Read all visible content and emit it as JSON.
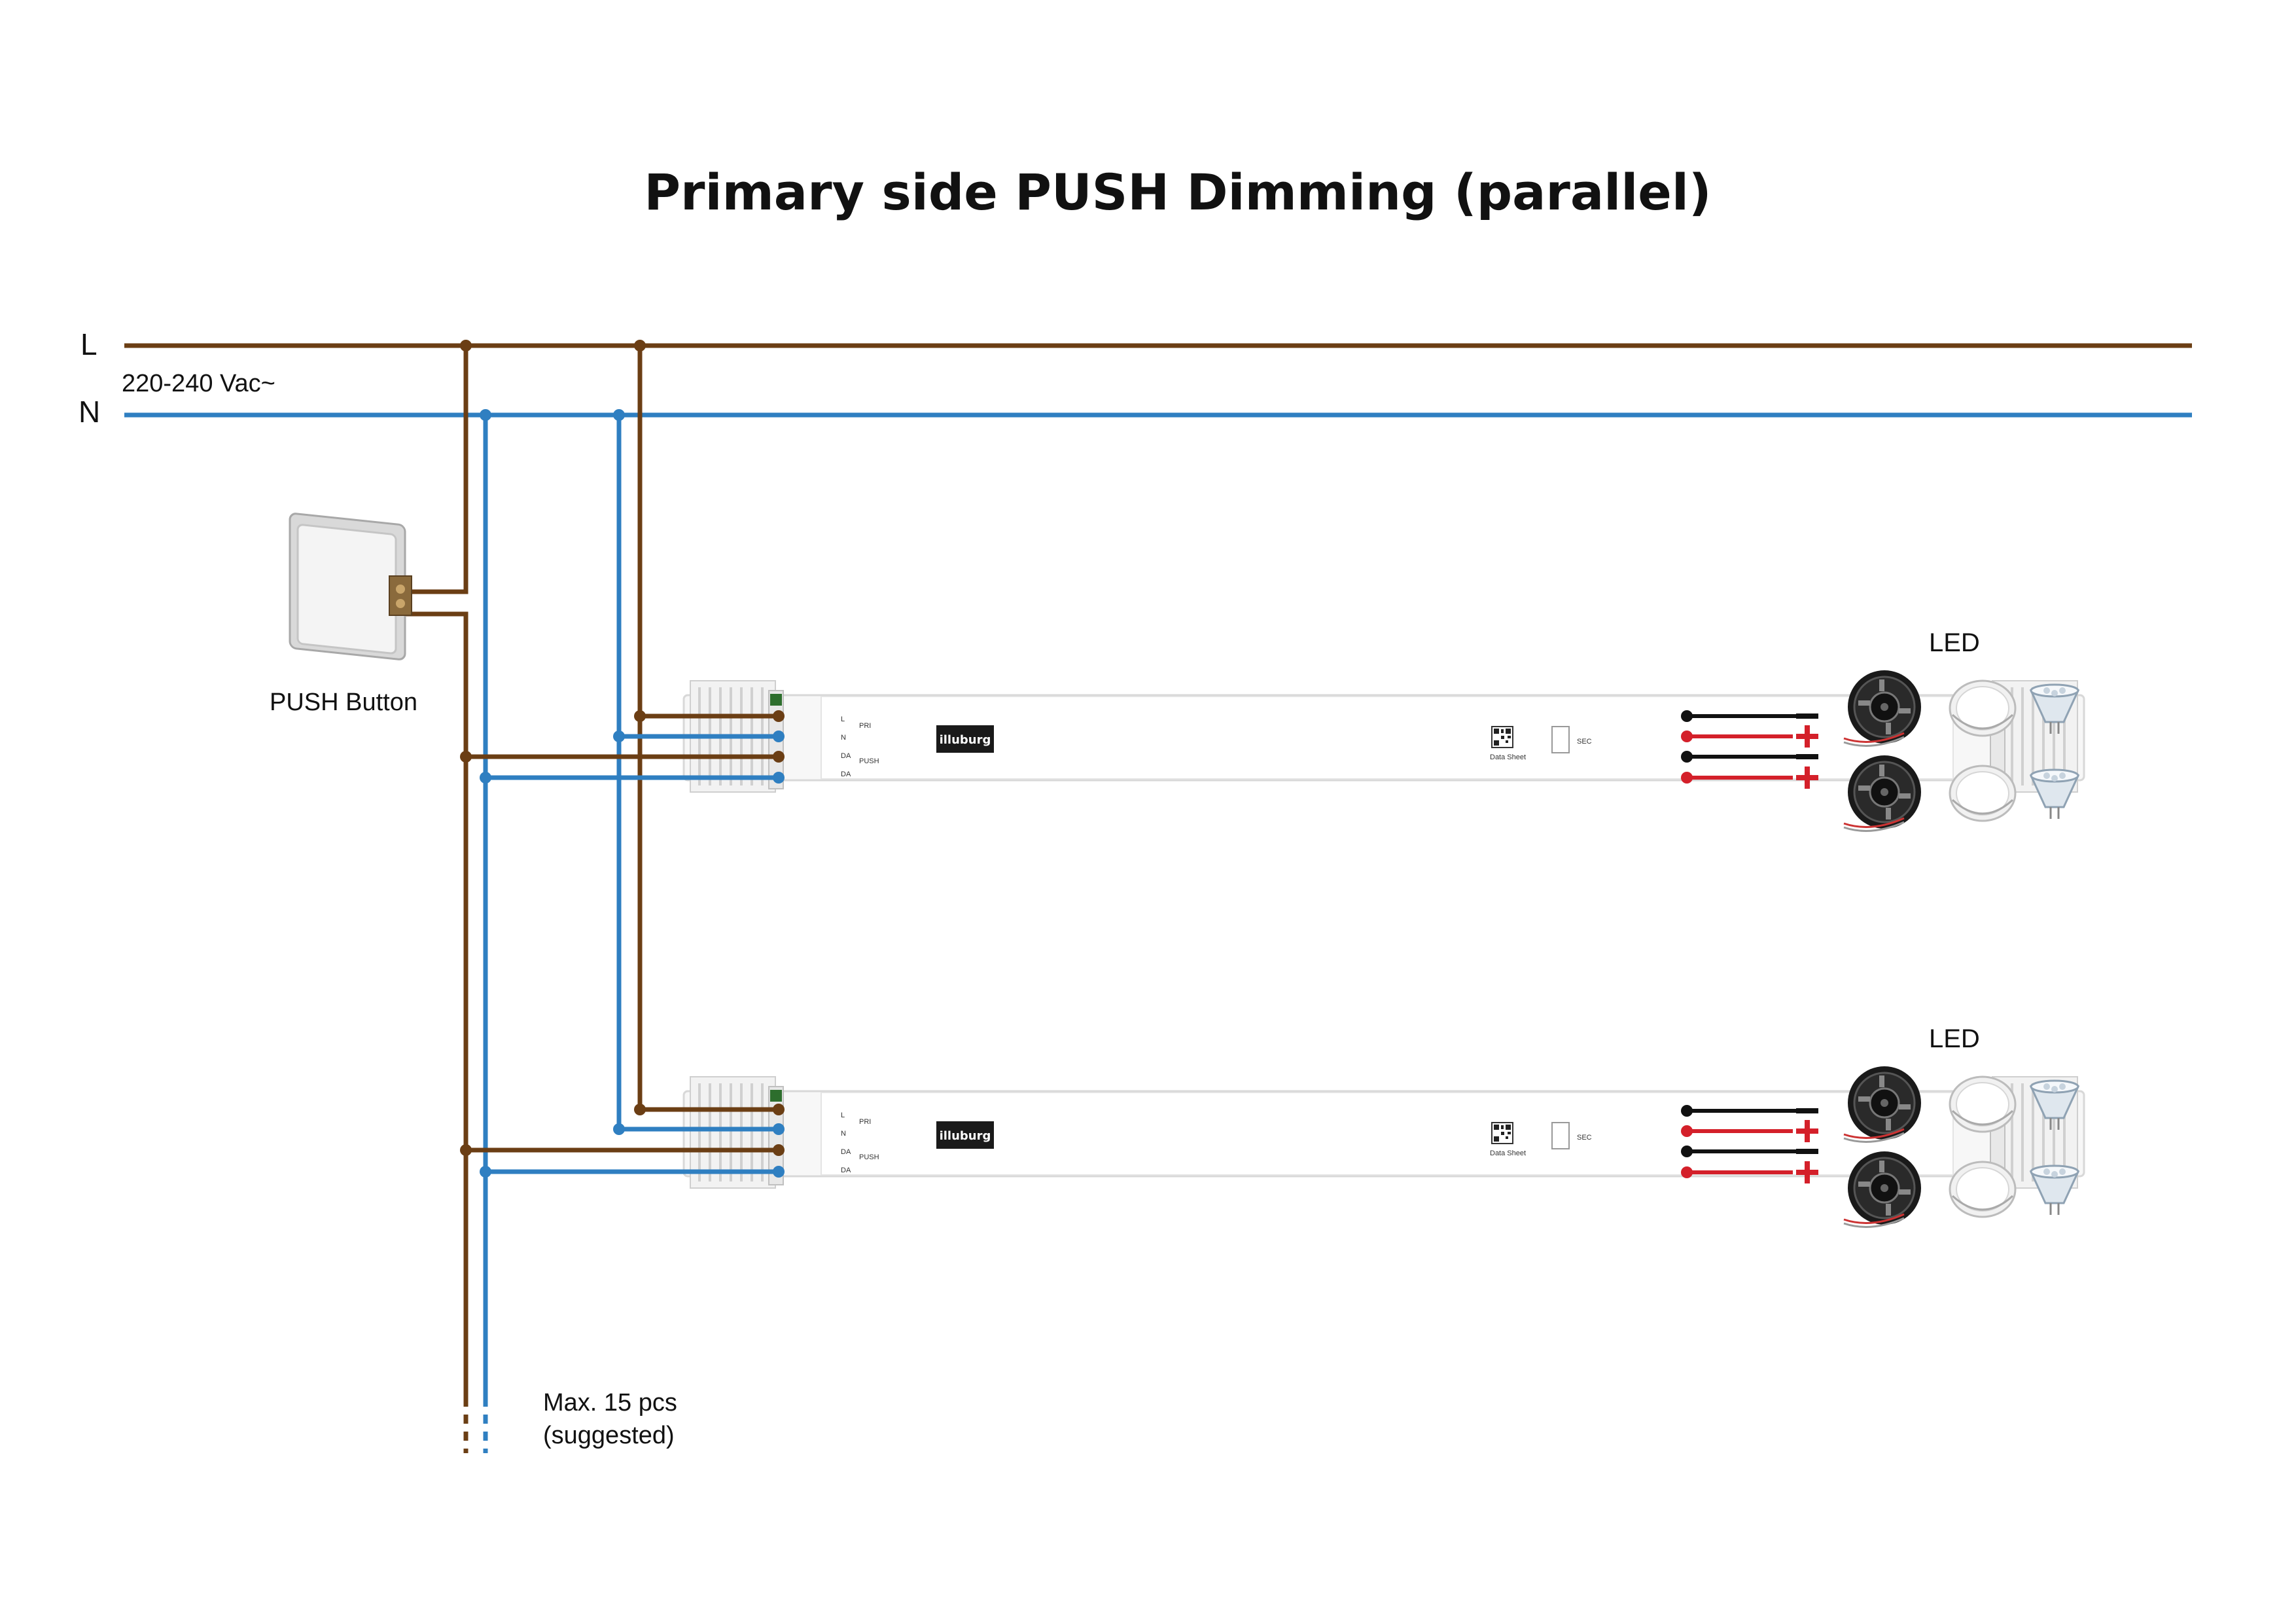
{
  "title": "Primary side PUSH Dimming (parallel)",
  "mains": {
    "line_label": "L",
    "neutral_label": "N",
    "voltage_label": "220-240 Vac~"
  },
  "push_button": {
    "label": "PUSH Button"
  },
  "drivers": [
    {
      "brand": "illuburg",
      "pri_label": "PRI",
      "sec_label": "SEC",
      "terminals": [
        "L",
        "N",
        "DA",
        "DA"
      ],
      "push_label": "PUSH",
      "qr_caption": "Data Sheet",
      "led_label": "LED",
      "outputs": [
        "-",
        "+",
        "-",
        "+"
      ]
    },
    {
      "brand": "illuburg",
      "pri_label": "PRI",
      "sec_label": "SEC",
      "terminals": [
        "L",
        "N",
        "DA",
        "DA"
      ],
      "push_label": "PUSH",
      "qr_caption": "Data Sheet",
      "led_label": "LED",
      "outputs": [
        "-",
        "+",
        "-",
        "+"
      ]
    }
  ],
  "note": {
    "line1": "Max. 15 pcs",
    "line2": "(suggested)"
  },
  "colors": {
    "line": "#6b3e14",
    "neutral": "#2f7fc1",
    "negative": "#111111",
    "positive": "#d4202a"
  }
}
